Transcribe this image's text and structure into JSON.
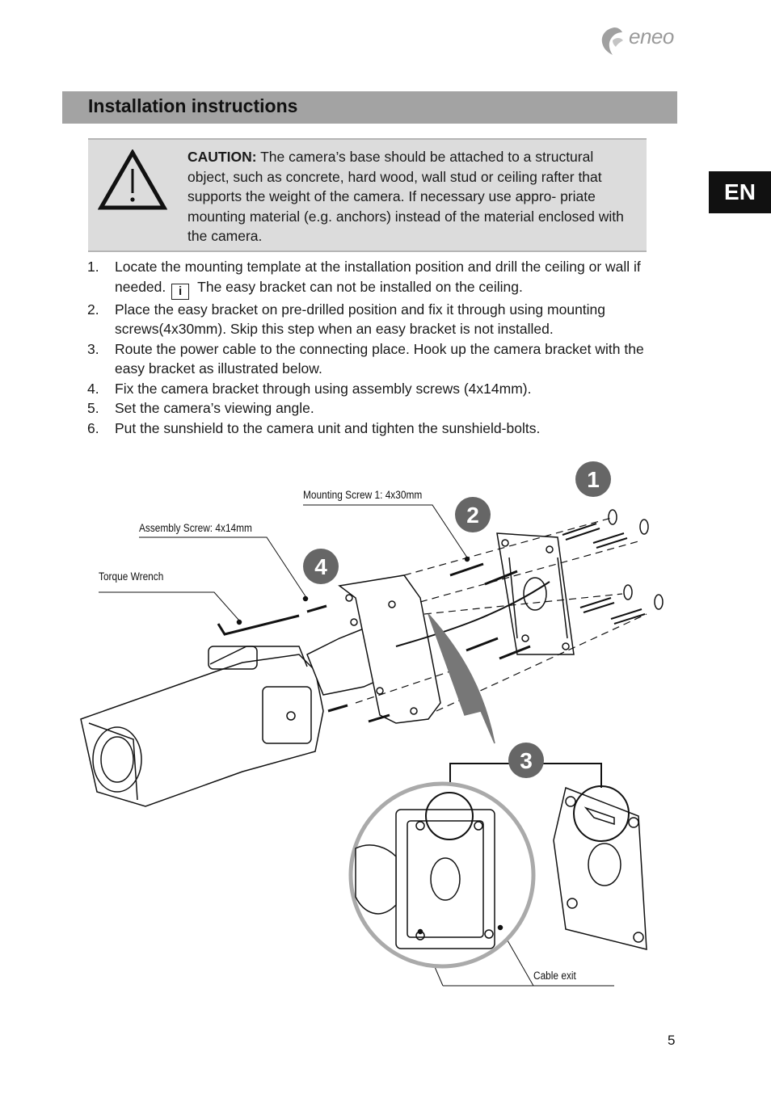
{
  "brand": {
    "name": "eneo",
    "icon": "eneo-logo-icon"
  },
  "header": {
    "title": "Installation instructions"
  },
  "language_tab": "EN",
  "caution": {
    "icon": "warning-triangle-icon",
    "label": "CAUTION:",
    "text": "The camera’s base should be attached to a structural object, such as concrete, hard wood, wall stud or ceiling rafter that supports the weight of the camera. If necessary use appro- priate mounting material (e.g. anchors) instead of the material enclosed with the camera."
  },
  "steps": [
    {
      "num": "1.",
      "text": "Locate the mounting template at the installation position and drill the ceiling or wall if needed.",
      "info_icon": "i",
      "note": "The easy bracket can not be installed on the ceiling."
    },
    {
      "num": "2.",
      "text": "Place the easy bracket on pre-drilled position and fix it through using mounting screws(4x30mm). Skip this step when an easy bracket is not installed."
    },
    {
      "num": "3.",
      "text": "Route the power cable to the connecting place. Hook up the camera bracket with the easy bracket as illustrated below."
    },
    {
      "num": "4.",
      "text": "Fix the camera bracket through using assembly screws (4x14mm)."
    },
    {
      "num": "5.",
      "text": "Set the camera’s viewing angle."
    },
    {
      "num": "6.",
      "text": "Put the sunshield to the camera unit and tighten the sunshield-bolts."
    }
  ],
  "figure": {
    "labels": {
      "mounting_screw": "Mounting Screw 1: 4x30mm",
      "assembly_screw": "Assembly Screw: 4x14mm",
      "torque_wrench": "Torque Wrench",
      "cable_exit": "Cable exit"
    },
    "badges": [
      "1",
      "2",
      "3",
      "4"
    ]
  },
  "page_number": "5"
}
